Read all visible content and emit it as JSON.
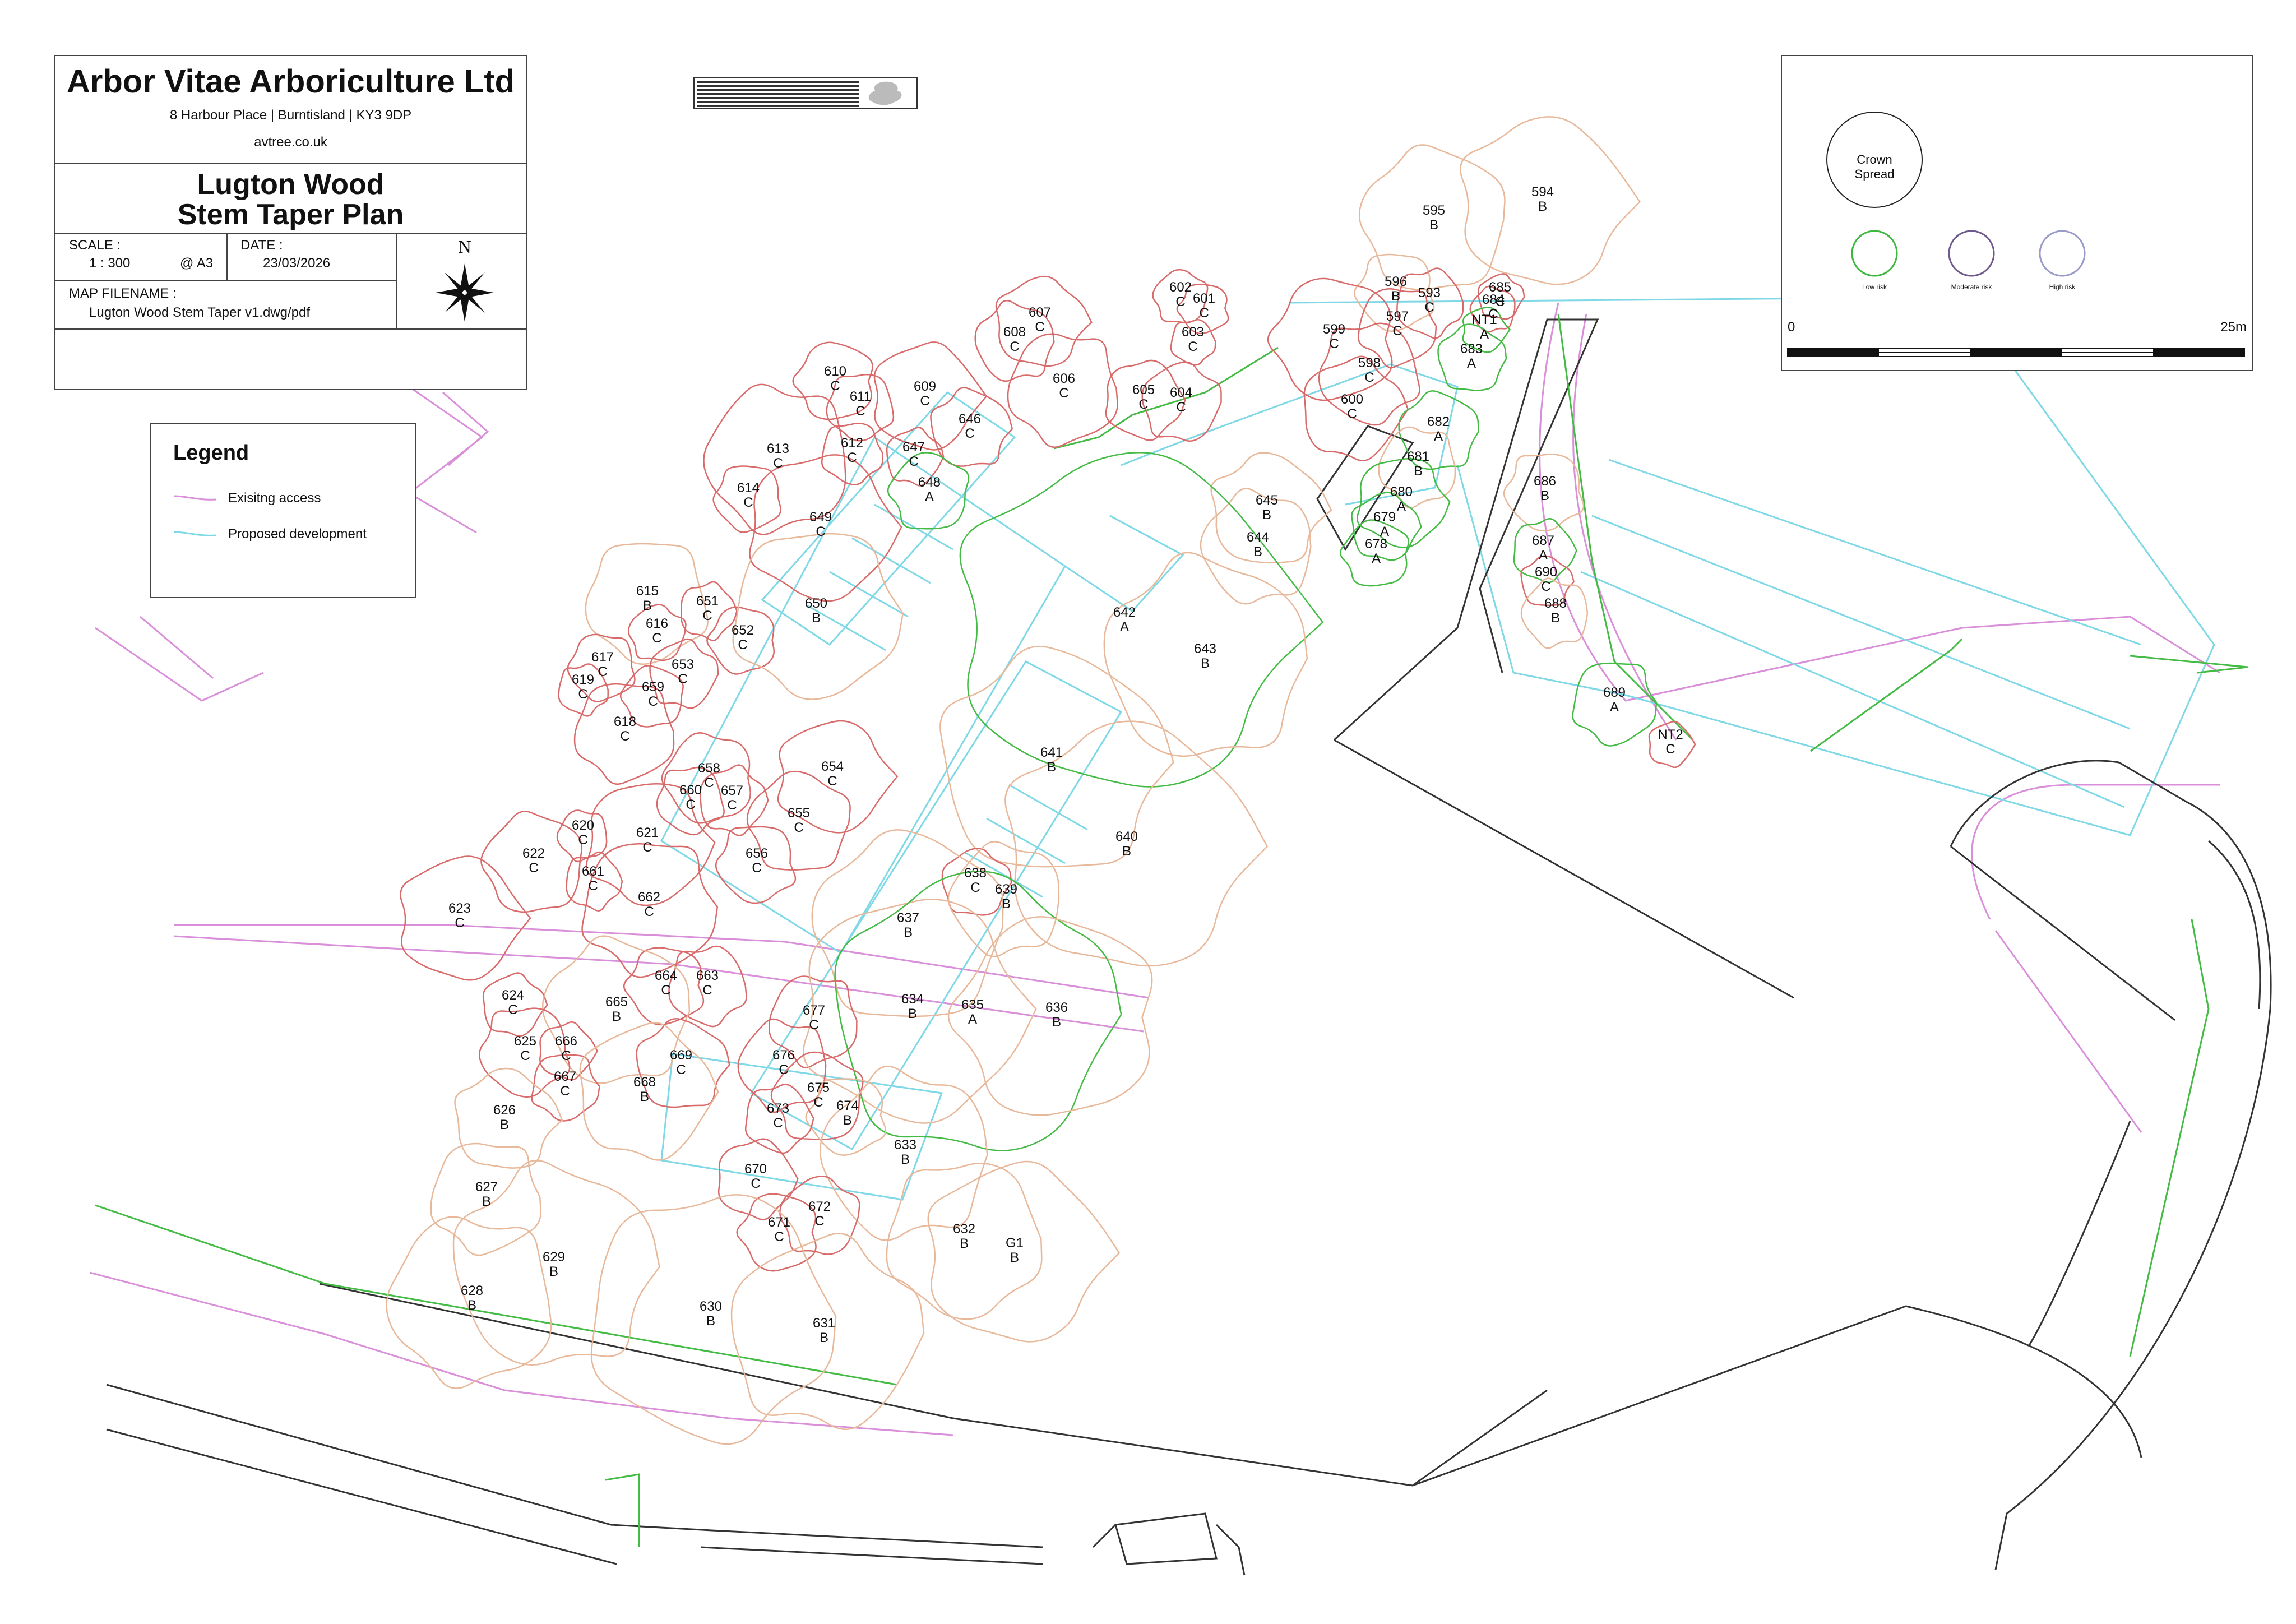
{
  "title_block": {
    "company": "Arbor Vitae Arboriculture Ltd",
    "address": "8 Harbour Place  |  Burntisland  |  KY3 9DP",
    "website": "avtree.co.uk",
    "project": "Lugton Wood",
    "plan": "Stem Taper Plan",
    "scale_label": "SCALE :",
    "scale_value": "1 : 300",
    "paper": "@ A3",
    "date_label": "DATE :",
    "date_value": "23/03/2026",
    "filename_label": "MAP FILENAME :",
    "filename_value": "Lugton Wood Stem Taper v1.dwg/pdf",
    "north": "N"
  },
  "legend": {
    "title": "Legend",
    "items": [
      {
        "label": "Exisitng access",
        "color": "#d98fd9"
      },
      {
        "label": "Proposed development",
        "color": "#7fd8e6"
      }
    ]
  },
  "crown_key": {
    "crown_spread": "Crown Spread",
    "risk_items": [
      {
        "label": "Low risk",
        "color": "#3cb83c"
      },
      {
        "label": "Moderate risk",
        "color": "#6e5a8a"
      },
      {
        "label": "High risk",
        "color": "#9a9acb"
      }
    ],
    "scale_start": "0",
    "scale_end": "25m"
  },
  "category_colors": {
    "A": "#44bb44",
    "B": "#e8b89a",
    "C": "#d96a6a"
  },
  "trees": [
    {
      "id": "594",
      "cat": "B"
    },
    {
      "id": "595",
      "cat": "B"
    },
    {
      "id": "596",
      "cat": "B"
    },
    {
      "id": "593",
      "cat": "C"
    },
    {
      "id": "685",
      "cat": "C"
    },
    {
      "id": "684",
      "cat": "C"
    },
    {
      "id": "597",
      "cat": "C"
    },
    {
      "id": "NT1",
      "cat": "A"
    },
    {
      "id": "683",
      "cat": "A"
    },
    {
      "id": "599",
      "cat": "C"
    },
    {
      "id": "598",
      "cat": "C"
    },
    {
      "id": "600",
      "cat": "C"
    },
    {
      "id": "682",
      "cat": "A"
    },
    {
      "id": "681",
      "cat": "B"
    },
    {
      "id": "680",
      "cat": "A"
    },
    {
      "id": "679",
      "cat": "A"
    },
    {
      "id": "678",
      "cat": "A"
    },
    {
      "id": "686",
      "cat": "B"
    },
    {
      "id": "687",
      "cat": "A"
    },
    {
      "id": "690",
      "cat": "C"
    },
    {
      "id": "688",
      "cat": "B"
    },
    {
      "id": "689",
      "cat": "A"
    },
    {
      "id": "NT2",
      "cat": "C"
    },
    {
      "id": "602",
      "cat": "C"
    },
    {
      "id": "601",
      "cat": "C"
    },
    {
      "id": "603",
      "cat": "C"
    },
    {
      "id": "607",
      "cat": "C"
    },
    {
      "id": "608",
      "cat": "C"
    },
    {
      "id": "606",
      "cat": "C"
    },
    {
      "id": "605",
      "cat": "C"
    },
    {
      "id": "604",
      "cat": "C"
    },
    {
      "id": "610",
      "cat": "C"
    },
    {
      "id": "611",
      "cat": "C"
    },
    {
      "id": "609",
      "cat": "C"
    },
    {
      "id": "646",
      "cat": "C"
    },
    {
      "id": "613",
      "cat": "C"
    },
    {
      "id": "612",
      "cat": "C"
    },
    {
      "id": "647",
      "cat": "C"
    },
    {
      "id": "648",
      "cat": "A"
    },
    {
      "id": "614",
      "cat": "C"
    },
    {
      "id": "649",
      "cat": "C"
    },
    {
      "id": "645",
      "cat": "B"
    },
    {
      "id": "644",
      "cat": "B"
    },
    {
      "id": "615",
      "cat": "B"
    },
    {
      "id": "651",
      "cat": "C"
    },
    {
      "id": "616",
      "cat": "C"
    },
    {
      "id": "652",
      "cat": "C"
    },
    {
      "id": "650",
      "cat": "B"
    },
    {
      "id": "642",
      "cat": "A"
    },
    {
      "id": "643",
      "cat": "B"
    },
    {
      "id": "617",
      "cat": "C"
    },
    {
      "id": "619",
      "cat": "C"
    },
    {
      "id": "653",
      "cat": "C"
    },
    {
      "id": "659",
      "cat": "C"
    },
    {
      "id": "618",
      "cat": "C"
    },
    {
      "id": "654",
      "cat": "C"
    },
    {
      "id": "641",
      "cat": "B"
    },
    {
      "id": "658",
      "cat": "C"
    },
    {
      "id": "660",
      "cat": "C"
    },
    {
      "id": "657",
      "cat": "C"
    },
    {
      "id": "655",
      "cat": "C"
    },
    {
      "id": "620",
      "cat": "C"
    },
    {
      "id": "621",
      "cat": "C"
    },
    {
      "id": "640",
      "cat": "B"
    },
    {
      "id": "622",
      "cat": "C"
    },
    {
      "id": "656",
      "cat": "C"
    },
    {
      "id": "661",
      "cat": "C"
    },
    {
      "id": "638",
      "cat": "C"
    },
    {
      "id": "639",
      "cat": "B"
    },
    {
      "id": "662",
      "cat": "C"
    },
    {
      "id": "623",
      "cat": "C"
    },
    {
      "id": "637",
      "cat": "B"
    },
    {
      "id": "664",
      "cat": "C"
    },
    {
      "id": "663",
      "cat": "C"
    },
    {
      "id": "624",
      "cat": "C"
    },
    {
      "id": "665",
      "cat": "B"
    },
    {
      "id": "677",
      "cat": "C"
    },
    {
      "id": "634",
      "cat": "B"
    },
    {
      "id": "635",
      "cat": "A"
    },
    {
      "id": "636",
      "cat": "B"
    },
    {
      "id": "625",
      "cat": "C"
    },
    {
      "id": "666",
      "cat": "C"
    },
    {
      "id": "669",
      "cat": "C"
    },
    {
      "id": "676",
      "cat": "C"
    },
    {
      "id": "667",
      "cat": "C"
    },
    {
      "id": "668",
      "cat": "B"
    },
    {
      "id": "675",
      "cat": "C"
    },
    {
      "id": "674",
      "cat": "B"
    },
    {
      "id": "673",
      "cat": "C"
    },
    {
      "id": "626",
      "cat": "B"
    },
    {
      "id": "633",
      "cat": "B"
    },
    {
      "id": "627",
      "cat": "B"
    },
    {
      "id": "670",
      "cat": "C"
    },
    {
      "id": "672",
      "cat": "C"
    },
    {
      "id": "671",
      "cat": "C"
    },
    {
      "id": "632",
      "cat": "B"
    },
    {
      "id": "G1",
      "cat": "B"
    },
    {
      "id": "629",
      "cat": "B"
    },
    {
      "id": "628",
      "cat": "B"
    },
    {
      "id": "630",
      "cat": "B"
    },
    {
      "id": "631",
      "cat": "B"
    }
  ]
}
